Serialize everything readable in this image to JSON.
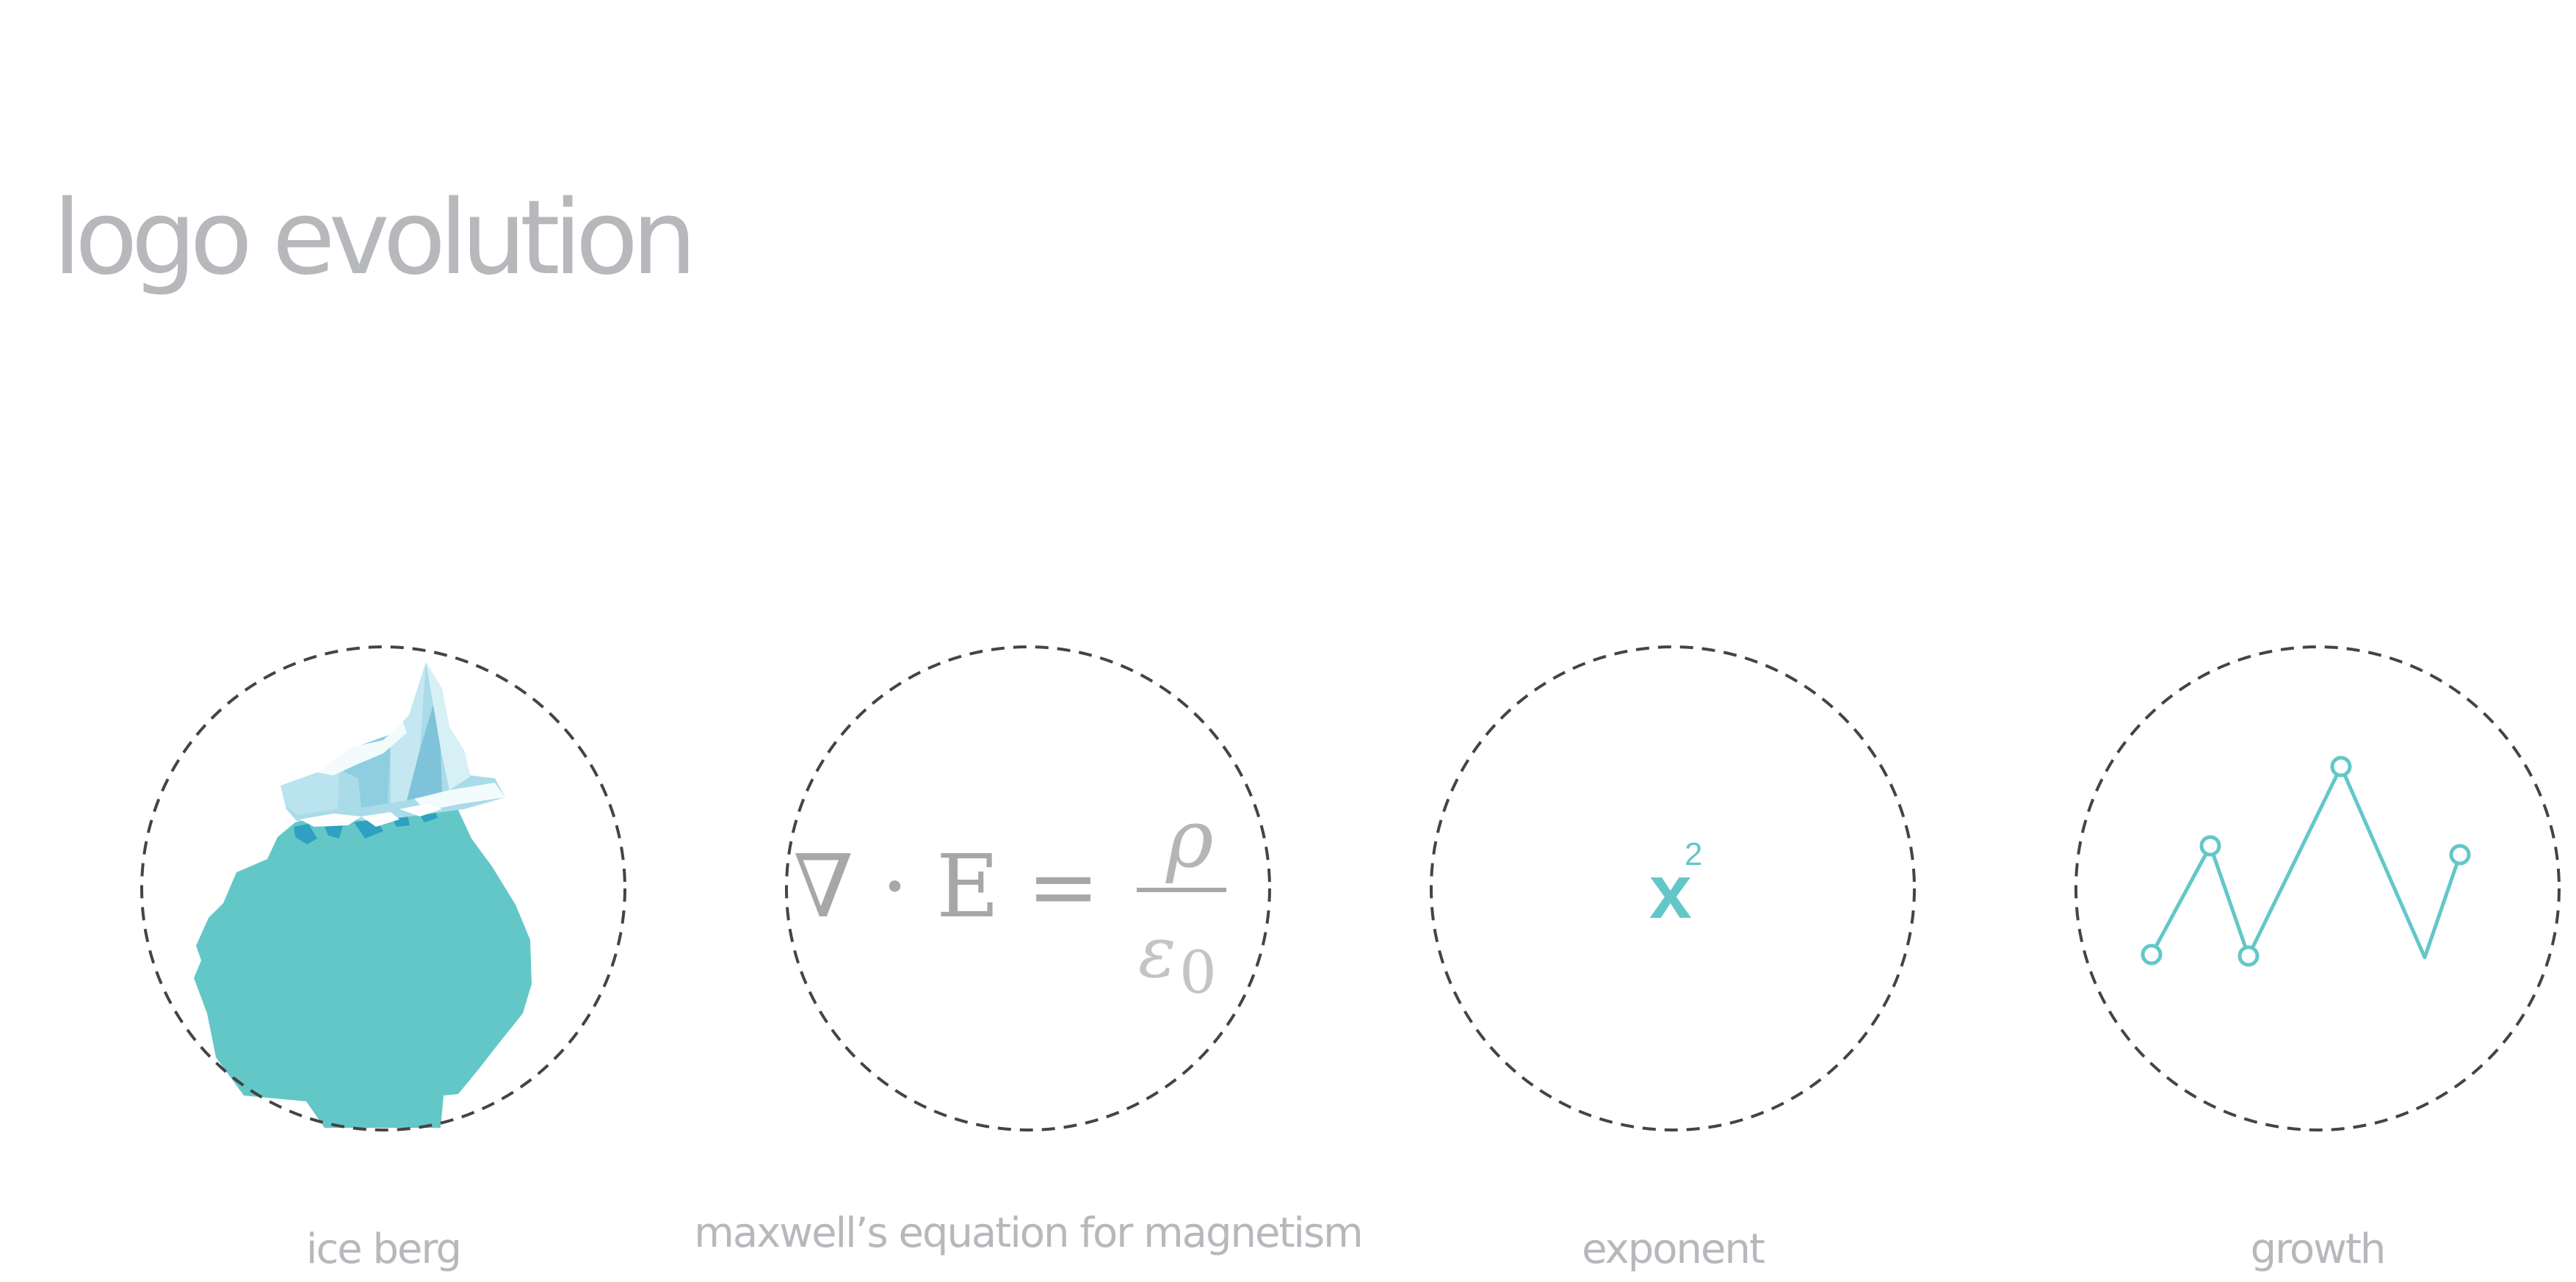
{
  "title": "logo evolution",
  "colors": {
    "accent": "#63c7c8",
    "text_gray": "#b7b8bc",
    "formula_gray": "#a7a7a7",
    "dashed_outline": "#444444"
  },
  "logos": [
    {
      "caption": "ice berg",
      "icon": "iceberg-icon"
    },
    {
      "caption": "maxwell’s equation for magnetism",
      "icon": "maxwell-equation-icon",
      "formula": {
        "lhs": "∇ · E =",
        "numerator": "ρ",
        "denominator": "ε",
        "subscript": "0"
      }
    },
    {
      "caption": "exponent",
      "icon": "exponent-icon",
      "base": "x",
      "power": "2"
    },
    {
      "caption": "growth",
      "icon": "growth-line-icon"
    }
  ]
}
